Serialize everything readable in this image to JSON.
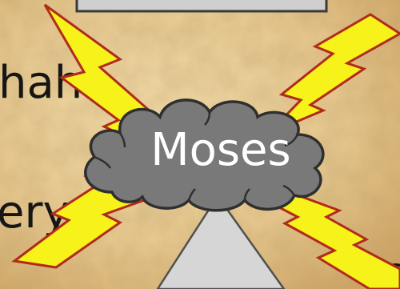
{
  "cloud": {
    "label": "Moses"
  },
  "fragments": {
    "left_upper": "hah",
    "left_lower": "ery",
    "right_lower": "s"
  },
  "colors": {
    "parchment": "#e9cc93",
    "cloud_fill": "#797979",
    "cloud_stroke": "#2f2f2f",
    "bolt_fill": "#f7f21a",
    "bolt_stroke": "#b02b1c",
    "box_fill": "#cfcfcf",
    "mountain_fill": "#d6d6d6"
  }
}
